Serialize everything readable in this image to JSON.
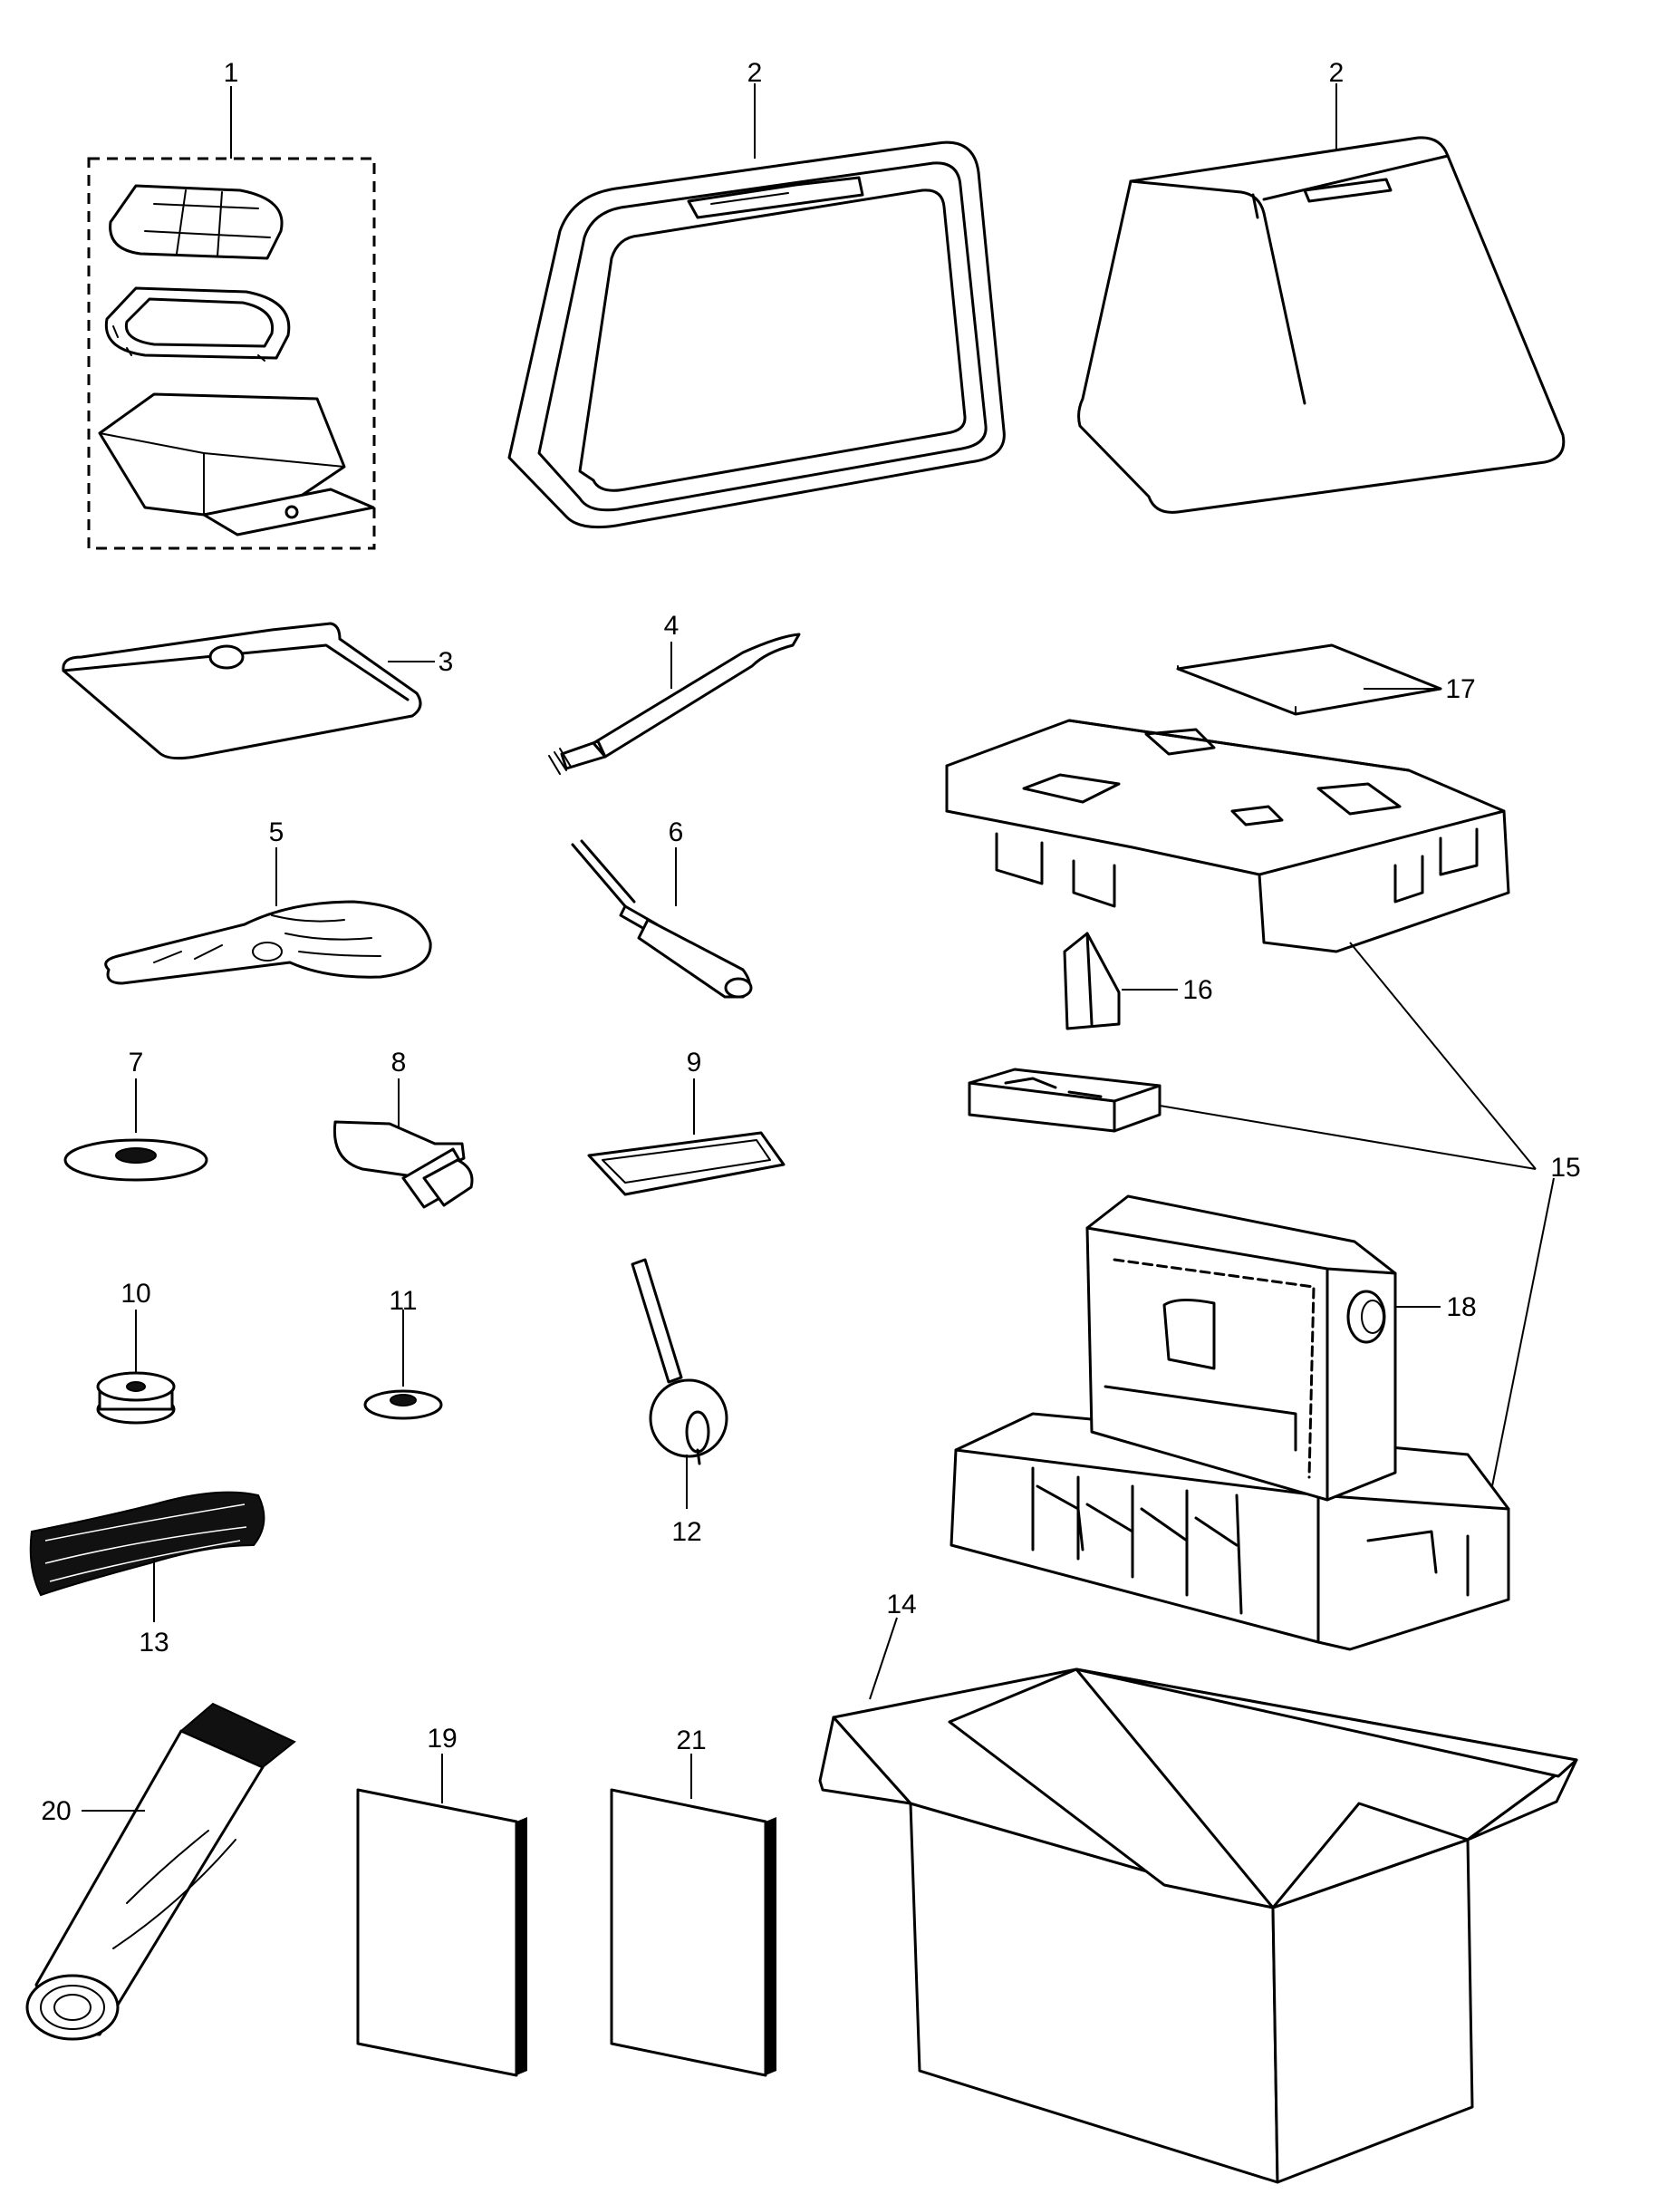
{
  "callouts": [
    {
      "id": "c1",
      "label": "1"
    },
    {
      "id": "c2a",
      "label": "2"
    },
    {
      "id": "c2b",
      "label": "2"
    },
    {
      "id": "c3",
      "label": "3"
    },
    {
      "id": "c4",
      "label": "4"
    },
    {
      "id": "c5",
      "label": "5"
    },
    {
      "id": "c6",
      "label": "6"
    },
    {
      "id": "c7",
      "label": "7"
    },
    {
      "id": "c8",
      "label": "8"
    },
    {
      "id": "c9",
      "label": "9"
    },
    {
      "id": "c10",
      "label": "10"
    },
    {
      "id": "c11",
      "label": "11"
    },
    {
      "id": "c12",
      "label": "12"
    },
    {
      "id": "c13",
      "label": "13"
    },
    {
      "id": "c14",
      "label": "14"
    },
    {
      "id": "c15",
      "label": "15"
    },
    {
      "id": "c16",
      "label": "16"
    },
    {
      "id": "c17",
      "label": "17"
    },
    {
      "id": "c18",
      "label": "18"
    },
    {
      "id": "c19",
      "label": "19"
    },
    {
      "id": "c20",
      "label": "20"
    },
    {
      "id": "c21",
      "label": "21"
    }
  ]
}
